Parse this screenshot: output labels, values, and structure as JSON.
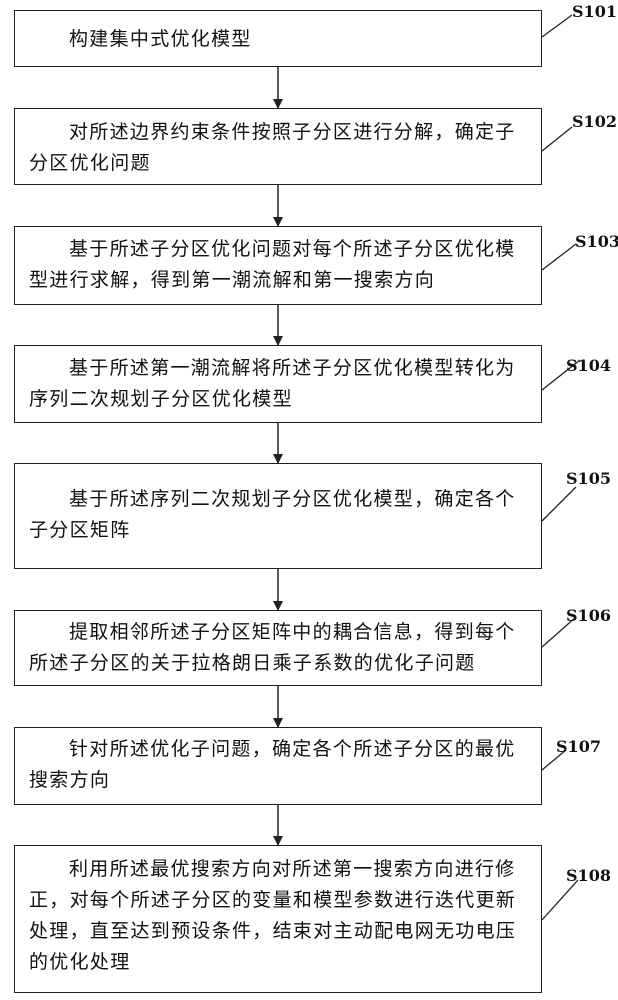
{
  "steps": [
    {
      "id": "S101",
      "text": "构建集中式优化模型"
    },
    {
      "id": "S102",
      "text": "对所述边界约束条件按照子分区进行分解，确定子分区优化问题"
    },
    {
      "id": "S103",
      "text": "基于所述子分区优化问题对每个所述子分区优化模型进行求解，得到第一潮流解和第一搜索方向"
    },
    {
      "id": "S104",
      "text": "基于所述第一潮流解将所述子分区优化模型转化为序列二次规划子分区优化模型"
    },
    {
      "id": "S105",
      "text": "基于所述序列二次规划子分区优化模型，确定各个子分区矩阵"
    },
    {
      "id": "S106",
      "text": "提取相邻所述子分区矩阵中的耦合信息，得到每个所述子分区的关于拉格朗日乘子系数的优化子问题"
    },
    {
      "id": "S107",
      "text": "针对所述优化子问题，确定各个所述子分区的最优搜索方向"
    },
    {
      "id": "S108",
      "text": "利用所述最优搜索方向对所述第一搜索方向进行修正，对每个所述子分区的变量和模型参数进行迭代更新处理，直至达到预设条件，结束对主动配电网无功电压的优化处理"
    }
  ]
}
